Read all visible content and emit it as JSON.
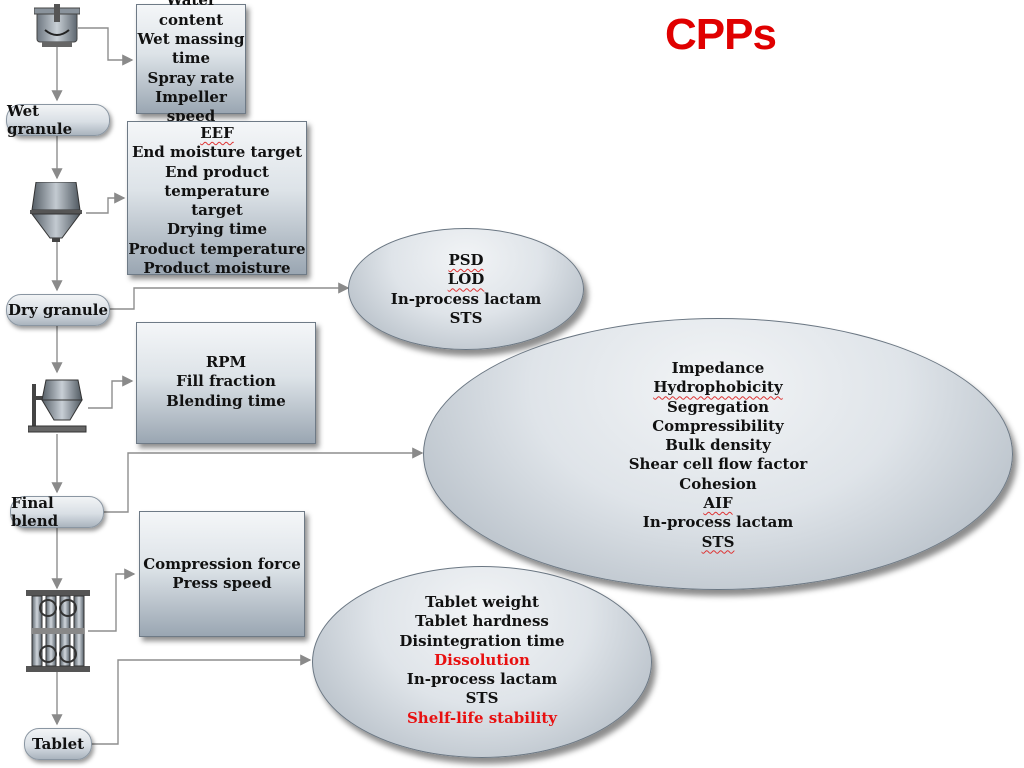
{
  "title": "CPPs",
  "stages": {
    "wet_granule": "Wet granule",
    "dry_granule": "Dry granule",
    "final_blend": "Final blend",
    "tablet": "Tablet"
  },
  "cpp_boxes": {
    "granulation": [
      "Water content",
      "Wet massing",
      "time",
      "Spray rate",
      "Impeller speed"
    ],
    "drying": [
      "EEF",
      "End moisture target",
      "End product temperature",
      "target",
      "Drying time",
      "Product temperature",
      "Product moisture"
    ],
    "blending": [
      "RPM",
      "Fill fraction",
      "Blending time"
    ],
    "compression": [
      "Compression force",
      "Press speed"
    ]
  },
  "attribute_ellipses": {
    "dry_granule": [
      "PSD",
      "LOD",
      "In-process lactam",
      "STS"
    ],
    "final_blend": [
      "Impedance",
      "Hydrophobicity",
      "Segregation",
      "Compressibility",
      "Bulk density",
      "Shear cell flow factor",
      "Cohesion",
      "AIF",
      "In-process lactam",
      "STS"
    ],
    "tablet": [
      "Tablet weight",
      "Tablet hardness",
      "Disintegration time",
      "Dissolution",
      "In-process lactam",
      "STS",
      "Shelf-life stability"
    ]
  },
  "highlight_color": "#e81010",
  "icons": [
    "granulator-icon",
    "fluid-bed-dryer-icon",
    "bin-blender-icon",
    "tablet-press-icon"
  ]
}
